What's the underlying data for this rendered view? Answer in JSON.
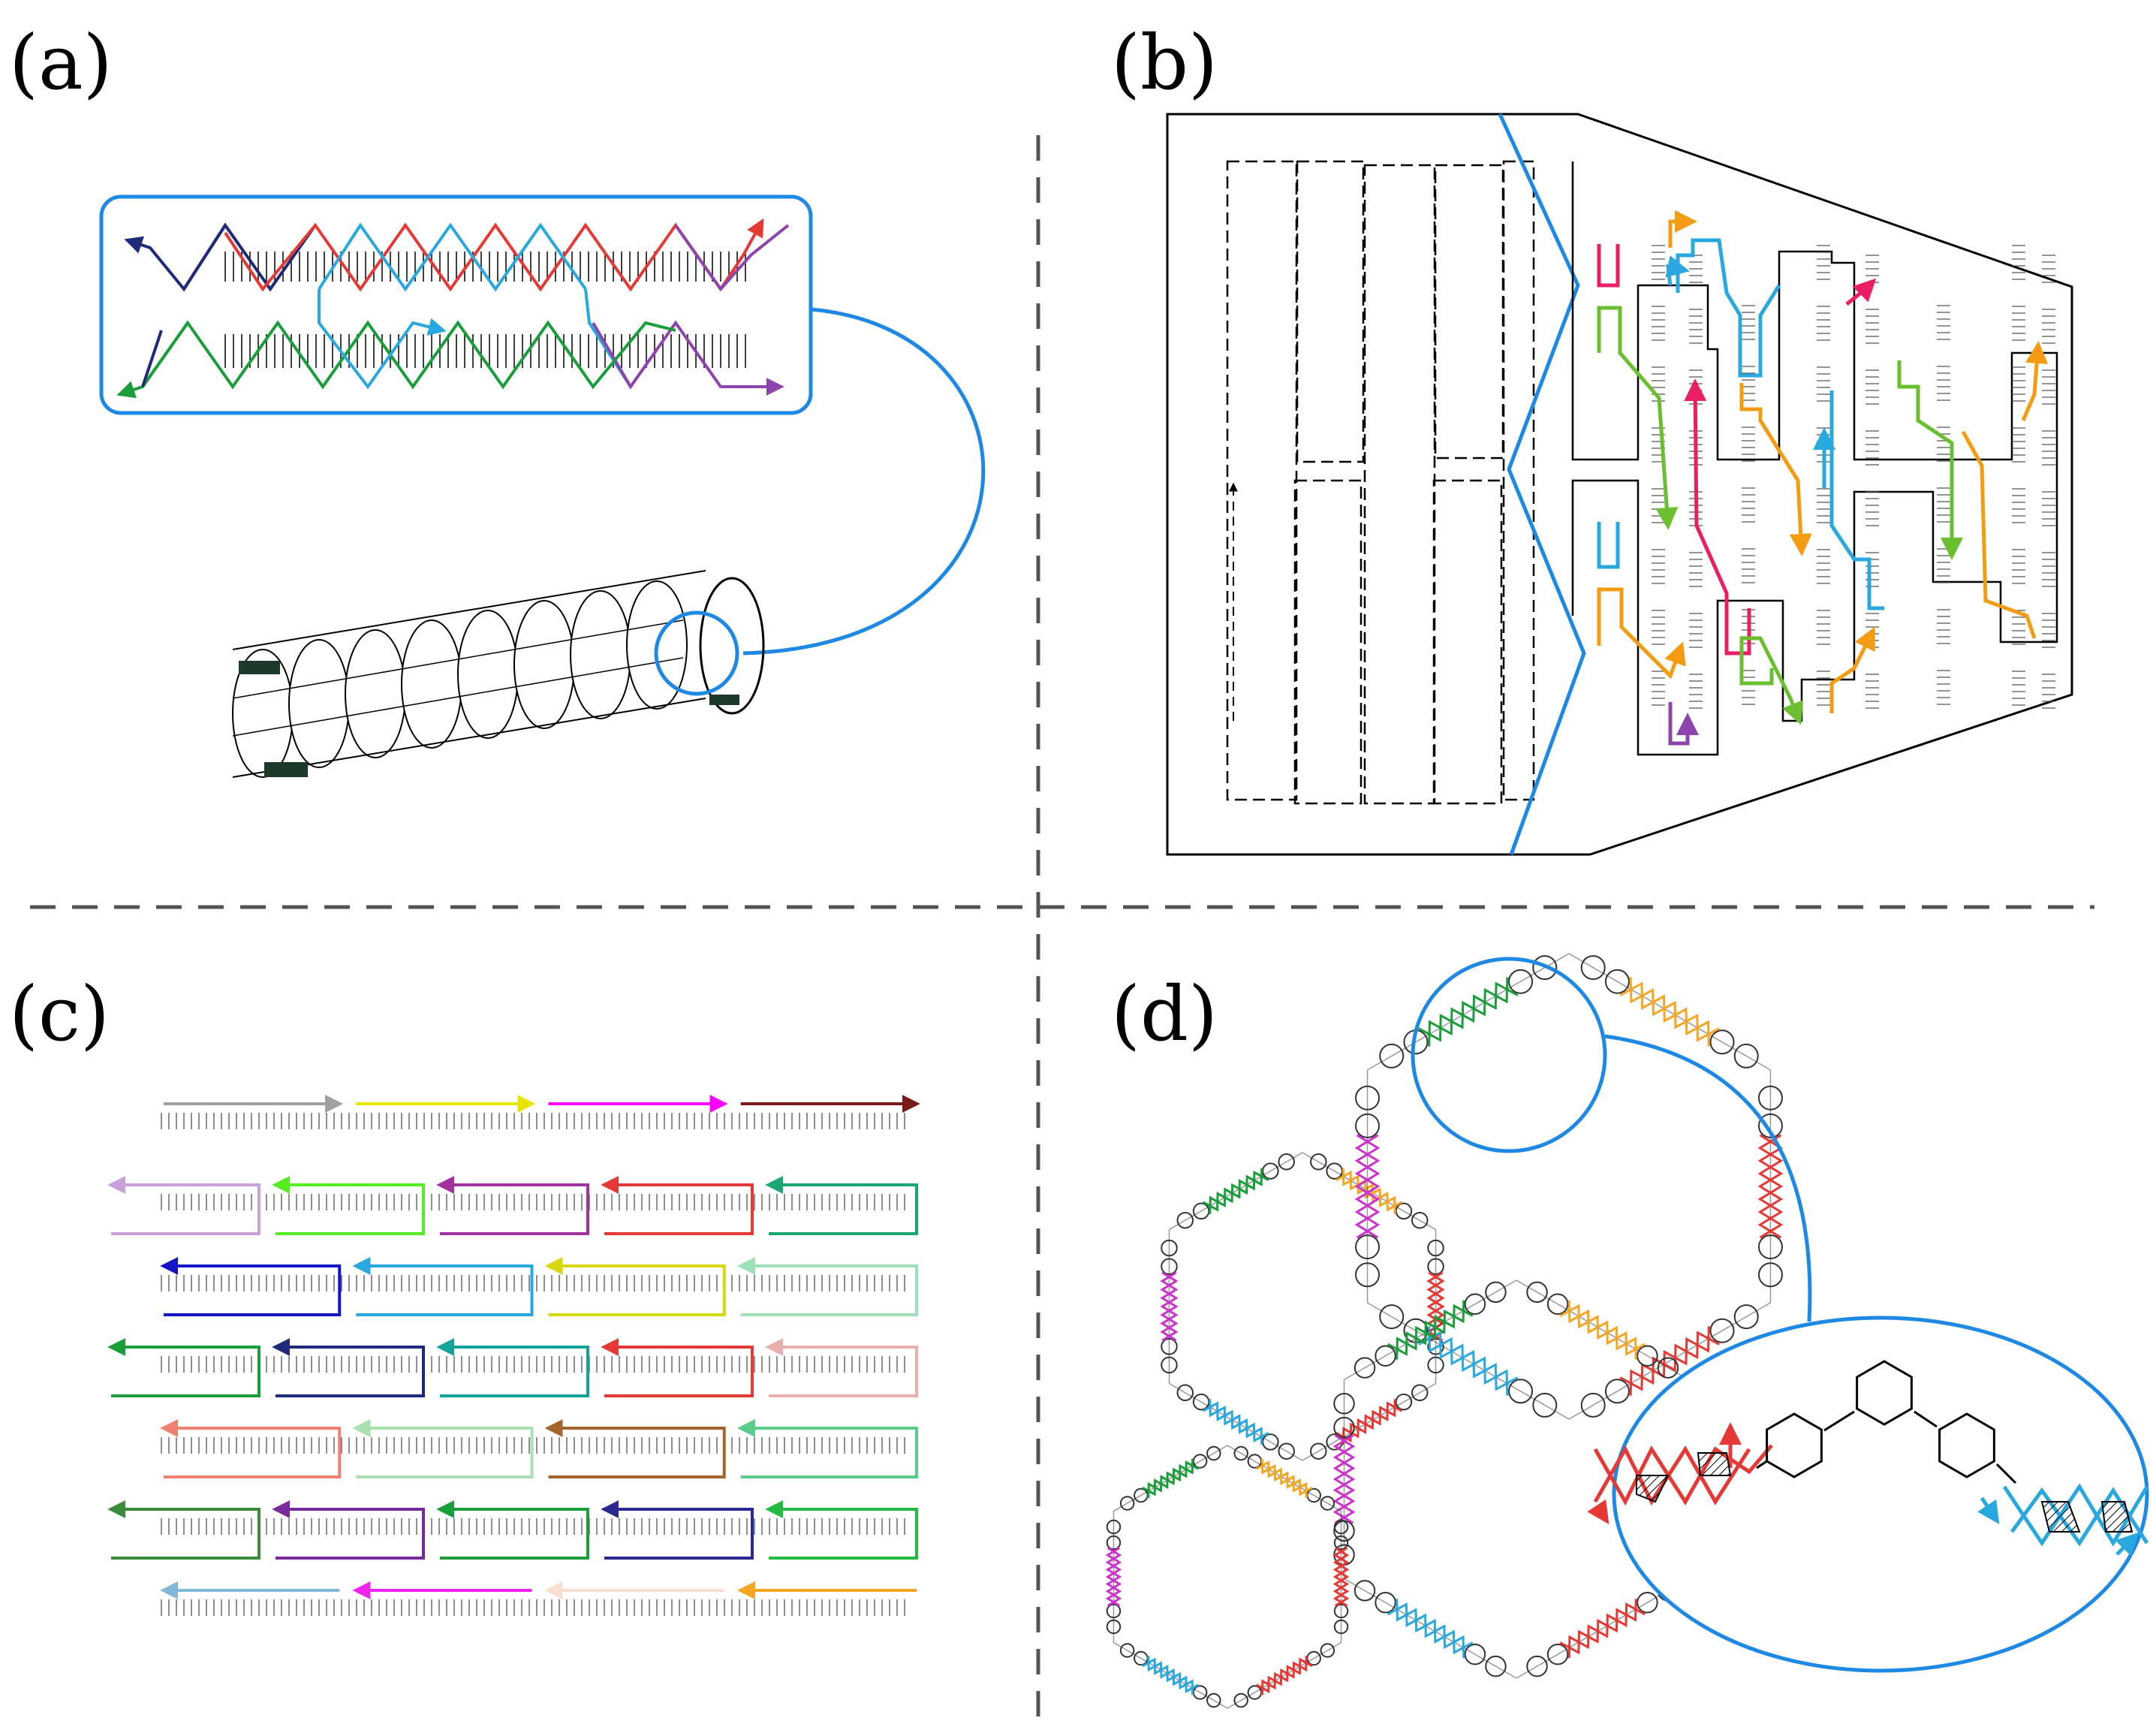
{
  "panels": {
    "a": {
      "label": "(a)"
    },
    "b": {
      "label": "(b)"
    },
    "c": {
      "label": "(c)"
    },
    "d": {
      "label": "(d)"
    }
  },
  "colors": {
    "accent_blue": "#1e88e5",
    "divider": "#555555",
    "dark_green": "#1b3a2a",
    "a_strands": [
      "#1f2a7a",
      "#e53935",
      "#29a8e0",
      "#8e44ad",
      "#1a9e3a"
    ],
    "b_strands": [
      "#e91e63",
      "#29a8e0",
      "#f39c12",
      "#6abf2e",
      "#8e44ad"
    ],
    "c_rows": [
      [
        "#a0a0a0",
        "#e6e600",
        "#ff00ff",
        "#7a1a1a"
      ],
      [
        "#c9a0d8",
        "#55ee22",
        "#a0339e",
        "#e53935",
        "#1aa870"
      ],
      [
        "#1515c8",
        "#29a8e0",
        "#d8d810",
        "#9ee0b8"
      ],
      [
        "#1a9e3a",
        "#1f2a7a",
        "#13a39a",
        "#e53935",
        "#eab0b0"
      ],
      [
        "#f08070",
        "#a8e0b0",
        "#a5652a",
        "#5ccc8a"
      ],
      [
        "#3c8a3c",
        "#7a2a9a",
        "#1a9e3a",
        "#2a2a90",
        "#22bb44"
      ],
      [
        "#80b8d8",
        "#ee22ee",
        "#f8e0d0",
        "#f5a623"
      ]
    ],
    "d_segments": [
      "#e53935",
      "#29a8e0",
      "#cc33cc",
      "#1a9e3a",
      "#f5a623"
    ]
  }
}
